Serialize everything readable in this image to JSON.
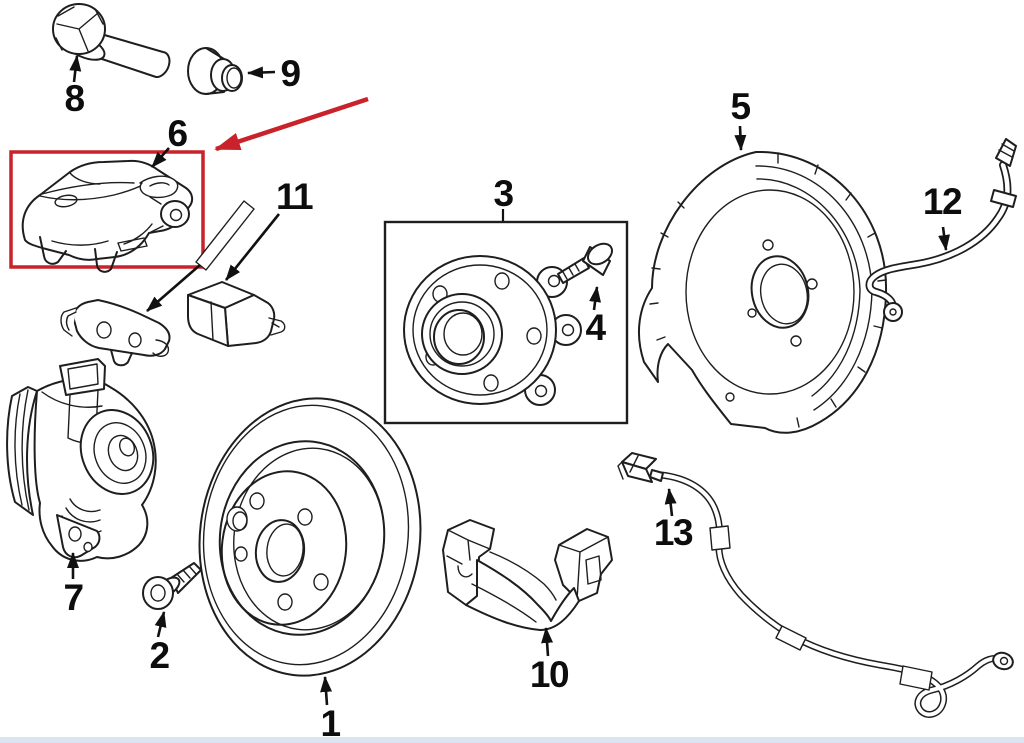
{
  "figure": {
    "kind": "exploded-parts-diagram",
    "subject": "rear disc brake assembly",
    "background": "#ffffff",
    "line_color": "#1e1e1e",
    "highlight_color": "#c9222a",
    "bottom_strip_color": "#dbe5f1"
  },
  "callouts": [
    {
      "label": "1",
      "part": "brake-rotor"
    },
    {
      "label": "2",
      "part": "rotor-retaining-screw"
    },
    {
      "label": "3",
      "part": "hub-and-bearing-assembly"
    },
    {
      "label": "4",
      "part": "hub-mounting-bolt"
    },
    {
      "label": "5",
      "part": "brake-backing-plate"
    },
    {
      "label": "6",
      "part": "brake-caliper",
      "highlighted": true
    },
    {
      "label": "7",
      "part": "caliper-with-parking-brake-actuator"
    },
    {
      "label": "8",
      "part": "caliper-guide-pin-bolt"
    },
    {
      "label": "9",
      "part": "guide-pin-bushing"
    },
    {
      "label": "10",
      "part": "caliper-mounting-bracket"
    },
    {
      "label": "11",
      "part": "brake-pad-set"
    },
    {
      "label": "12",
      "part": "brake-hose"
    },
    {
      "label": "13",
      "part": "wheel-speed-sensor-harness"
    }
  ],
  "highlight": {
    "shape": "rectangle",
    "target_label": "6",
    "arrow": "red-arrow-pointing-to-highlighted-part"
  }
}
